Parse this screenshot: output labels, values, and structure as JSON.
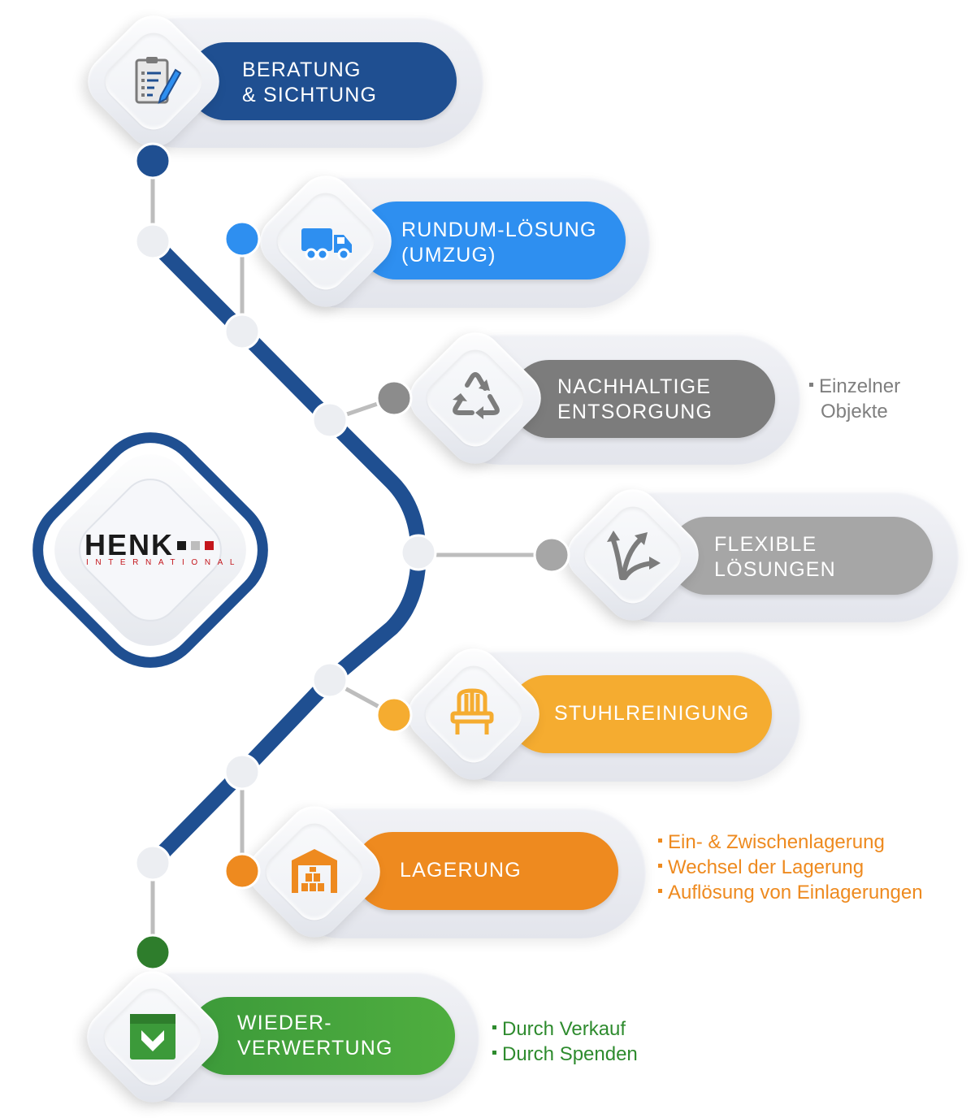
{
  "brand": {
    "name": "HENK",
    "sub": "INTERNATIONAL",
    "colors": {
      "navy": "#1f4f91",
      "red": "#c4161c",
      "dark": "#1a1a1a",
      "gray": "#bdbdbd"
    }
  },
  "steps": [
    {
      "id": "beratung",
      "icon": "clipboard-pen-icon",
      "color": "#1f4f91",
      "lines": [
        "BERATUNG",
        "& SICHTUNG"
      ],
      "notes": []
    },
    {
      "id": "rundum",
      "icon": "truck-icon",
      "color": "#2e8ff0",
      "lines": [
        "RUNDUM-LÖSUNG",
        "(UMZUG)"
      ],
      "notes": []
    },
    {
      "id": "entsorgung",
      "icon": "recycle-icon",
      "color": "#7c7c7c",
      "noteColor": "#7f7f7f",
      "lines": [
        "NACHHALTIGE",
        "ENTSORGUNG"
      ],
      "notes": [
        "Einzelner",
        "Objekte"
      ]
    },
    {
      "id": "flexible",
      "icon": "branching-arrows-icon",
      "color": "#a6a6a6",
      "lines": [
        "FLEXIBLE",
        "LÖSUNGEN"
      ],
      "notes": []
    },
    {
      "id": "stuhl",
      "icon": "chair-icon",
      "color": "#f5ac30",
      "lines": [
        "STUHLREINIGUNG"
      ],
      "notes": []
    },
    {
      "id": "lagerung",
      "icon": "warehouse-icon",
      "color": "#ee8a1f",
      "noteColor": "#ee8a1f",
      "lines": [
        "LAGERUNG"
      ],
      "notes": [
        "Ein- & Zwischenlagerung",
        "Wechsel der Lagerung",
        "Auflösung von Einlagerungen"
      ]
    },
    {
      "id": "wieder",
      "icon": "download-box-icon",
      "color": "#3c9a3a",
      "noteColor": "#2e8b2e",
      "lines": [
        "WIEDER-",
        "VERWERTUNG"
      ],
      "notes": [
        "Durch Verkauf",
        "Durch Spenden"
      ]
    }
  ]
}
